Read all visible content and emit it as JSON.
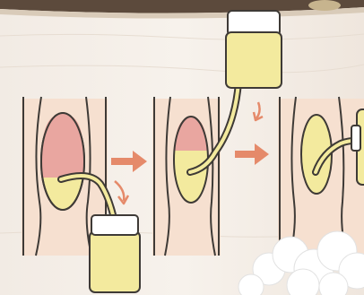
{
  "diagram": {
    "panels": [
      {
        "id": "step-1",
        "upper_fill": "pink",
        "lower_fill": "yellow",
        "container_position": "below"
      },
      {
        "id": "step-2",
        "upper_fill": "pink",
        "lower_fill": "yellow",
        "container_position": "above"
      },
      {
        "id": "step-3",
        "upper_fill": "none",
        "lower_fill": "yellow",
        "container_position": "right"
      }
    ],
    "transitions": [
      {
        "from": "step-1",
        "to": "step-2"
      },
      {
        "from": "step-2",
        "to": "step-3"
      }
    ],
    "flow_arrows": [
      {
        "panel": "step-1",
        "direction": "down"
      },
      {
        "panel": "step-2",
        "direction": "down"
      }
    ]
  },
  "colors": {
    "background": "#f3ece5",
    "wall_stripe": "#f6e0d0",
    "pink_fluid": "#e9a6a0",
    "yellow_fluid": "#f3ea9e",
    "outline": "#3e3a36",
    "arrow": "#e58a6a",
    "cap": "#ffffff",
    "foam": "#ffffff"
  }
}
